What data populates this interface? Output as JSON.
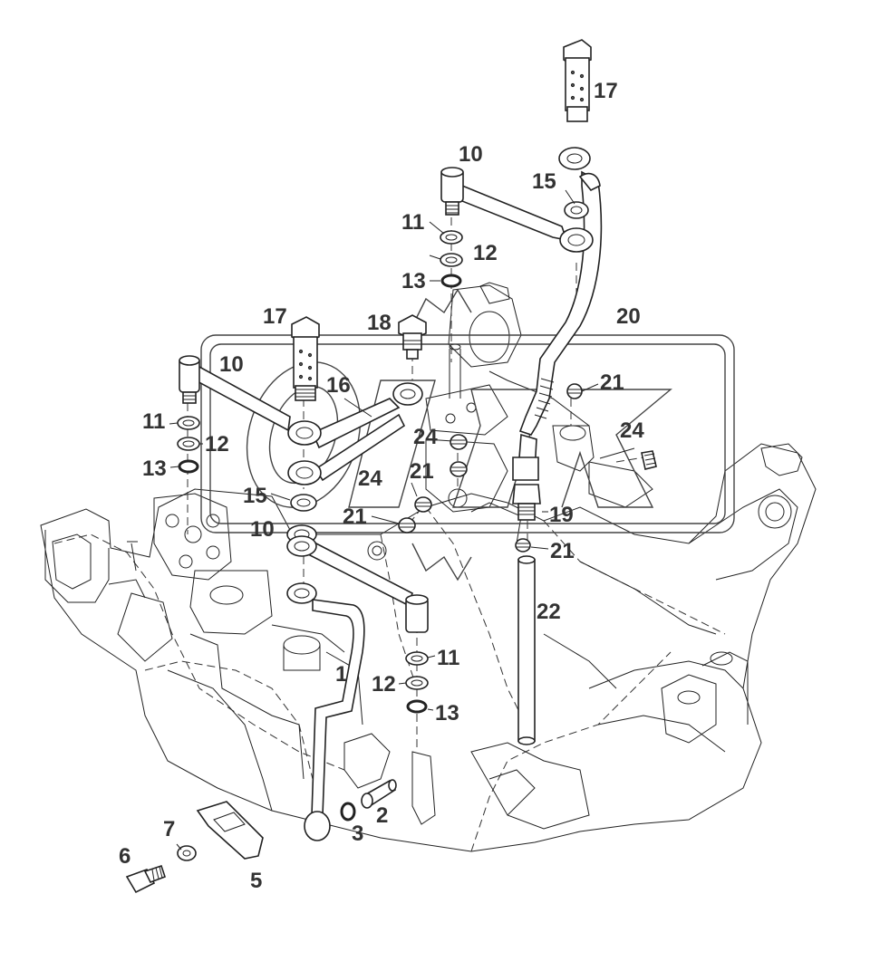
{
  "labels": [
    {
      "id": "c1",
      "text": "1"
    },
    {
      "id": "c2",
      "text": "2"
    },
    {
      "id": "c3",
      "text": "3"
    },
    {
      "id": "c5",
      "text": "5"
    },
    {
      "id": "c6",
      "text": "6"
    },
    {
      "id": "c7",
      "text": "7"
    },
    {
      "id": "c10a",
      "text": "10"
    },
    {
      "id": "c10b",
      "text": "10"
    },
    {
      "id": "c10c",
      "text": "10"
    },
    {
      "id": "c11a",
      "text": "11"
    },
    {
      "id": "c11b",
      "text": "11"
    },
    {
      "id": "c11c",
      "text": "11"
    },
    {
      "id": "c12a",
      "text": "12"
    },
    {
      "id": "c12b",
      "text": "12"
    },
    {
      "id": "c12c",
      "text": "12"
    },
    {
      "id": "c13a",
      "text": "13"
    },
    {
      "id": "c13b",
      "text": "13"
    },
    {
      "id": "c13c",
      "text": "13"
    },
    {
      "id": "c15a",
      "text": "15"
    },
    {
      "id": "c15b",
      "text": "15"
    },
    {
      "id": "c16",
      "text": "16"
    },
    {
      "id": "c17a",
      "text": "17"
    },
    {
      "id": "c17b",
      "text": "17"
    },
    {
      "id": "c18",
      "text": "18"
    },
    {
      "id": "c19",
      "text": "19"
    },
    {
      "id": "c20",
      "text": "20"
    },
    {
      "id": "c21a",
      "text": "21"
    },
    {
      "id": "c21b",
      "text": "21"
    },
    {
      "id": "c21c",
      "text": "21"
    },
    {
      "id": "c21d",
      "text": "21"
    },
    {
      "id": "c22",
      "text": "22"
    },
    {
      "id": "c24a",
      "text": "24"
    },
    {
      "id": "c24b",
      "text": "24"
    },
    {
      "id": "c24c",
      "text": "24"
    }
  ],
  "colors": {
    "ink": "#222222",
    "label": "#333333",
    "paper": "#ffffff"
  }
}
